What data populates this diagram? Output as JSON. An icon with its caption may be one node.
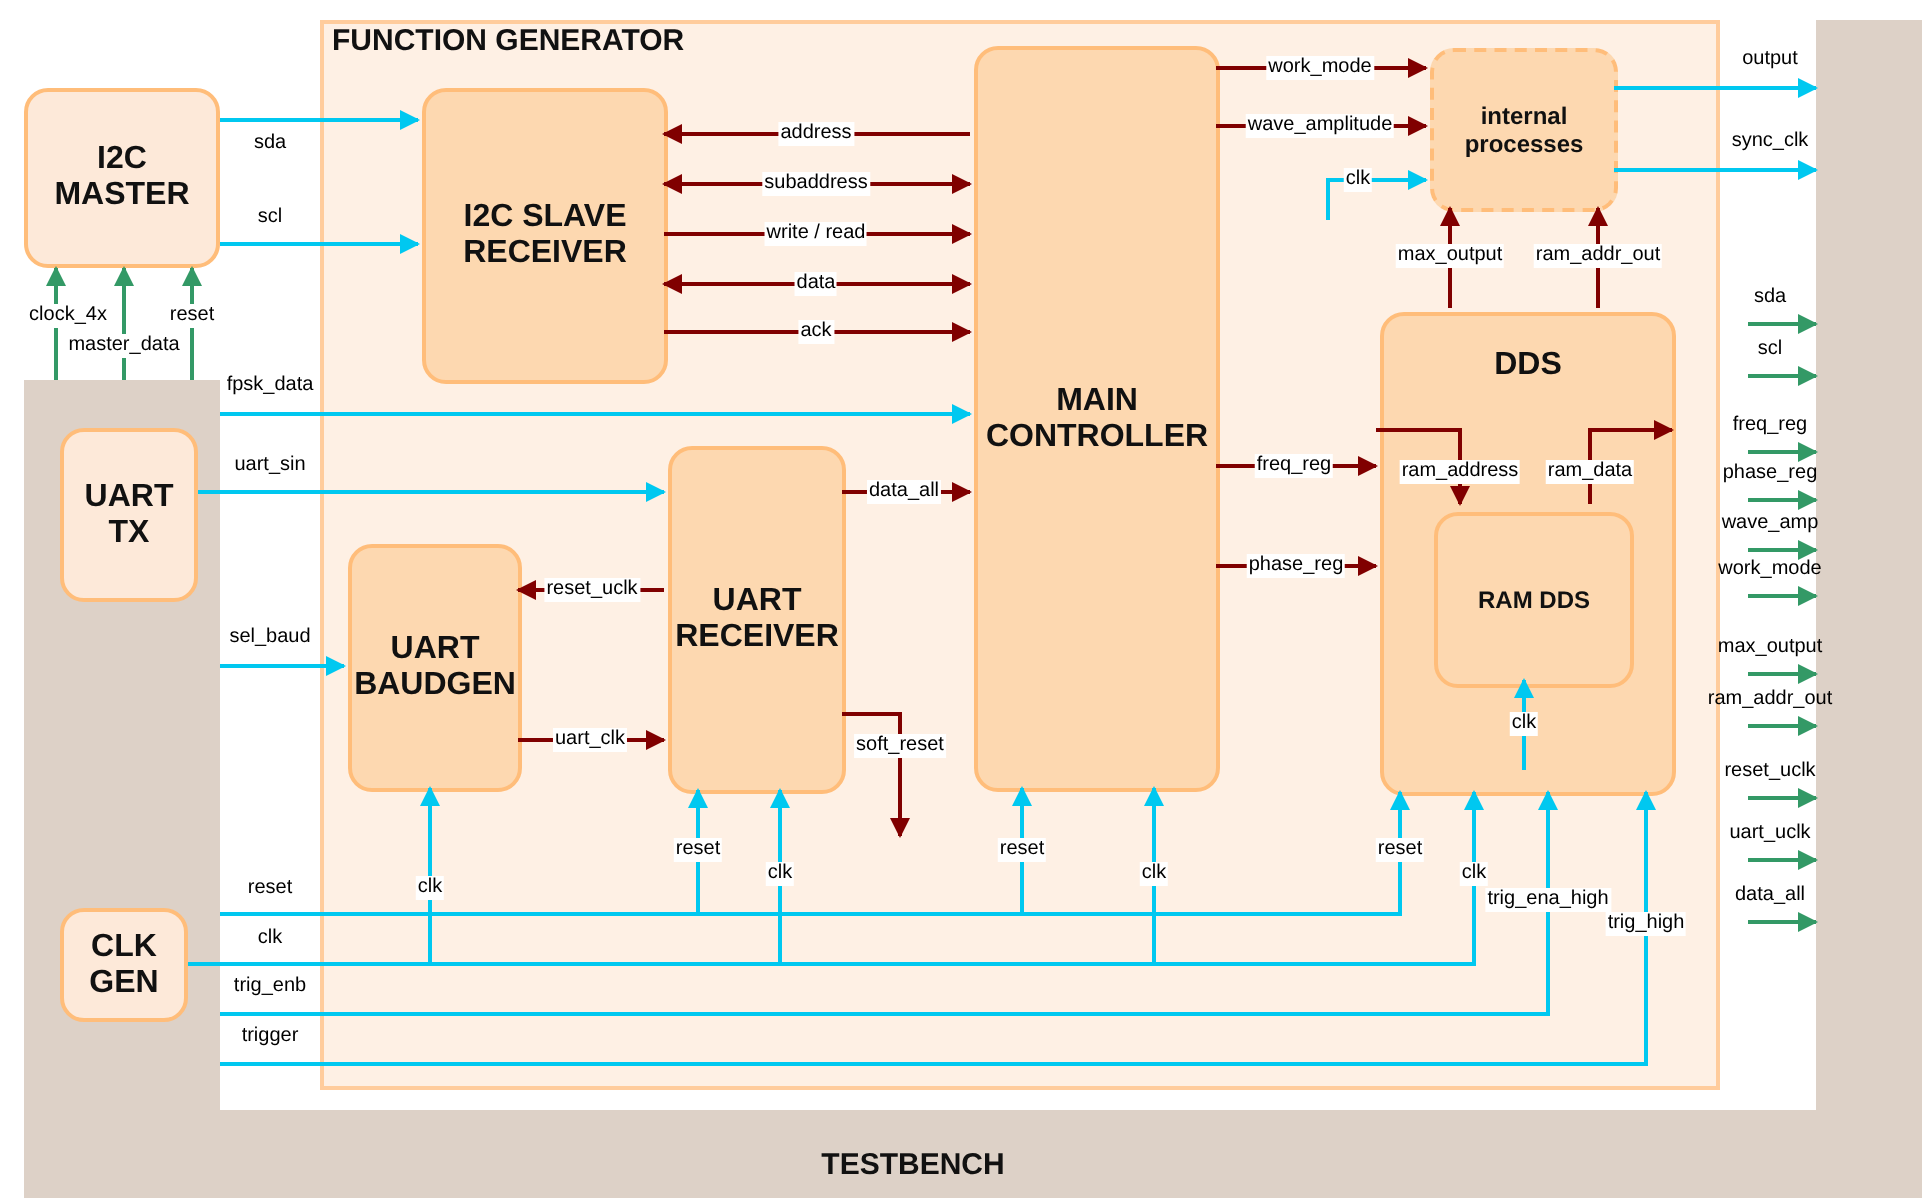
{
  "diagram": {
    "nodes": [
      {
        "text": [
          "TESTBENCH"
        ]
      },
      {
        "text": [
          "I2C MASTER"
        ]
      },
      {
        "text": [
          "UART TX"
        ],
        "in": 0
      },
      {
        "text": [
          "CLK GEN"
        ],
        "in": 0
      },
      {
        "text": [
          "FUNCTION GENERATOR"
        ]
      },
      {
        "text": [
          "I2C SLAVE RECEIVER"
        ],
        "in": 4
      },
      {
        "text": [
          "MAIN CONTROLLER"
        ],
        "in": 4
      },
      {
        "text": [
          "internal processes"
        ],
        "in": 4
      },
      {
        "text": [
          "UART RECEIVER"
        ],
        "in": 4
      },
      {
        "text": [
          "UART BAUDGEN"
        ],
        "in": 4
      },
      {
        "text": [
          "DDS"
        ],
        "in": 4
      },
      {
        "text": [
          "RAM DDS"
        ],
        "in": 10
      }
    ],
    "edges": [
      {
        "from": 0,
        "to": 1,
        "arrow": "to",
        "label": "clock_4x",
        "color": "#339966"
      },
      {
        "from": 0,
        "to": 1,
        "arrow": "to",
        "label": "master_data",
        "color": "#339966"
      },
      {
        "from": 0,
        "to": 1,
        "arrow": "to",
        "label": "reset",
        "color": "#339966"
      },
      {
        "from": 1,
        "to": 5,
        "arrow": "to",
        "label": "sda",
        "color": "#00c8f0"
      },
      {
        "from": 1,
        "to": 5,
        "arrow": "to",
        "label": "scl",
        "color": "#00c8f0"
      },
      {
        "from": 6,
        "to": 5,
        "arrow": "to",
        "label": "address",
        "color": "#800000"
      },
      {
        "from": 5,
        "to": 6,
        "arrow": "both",
        "label": "subaddress",
        "color": "#800000"
      },
      {
        "from": 5,
        "to": 6,
        "arrow": "to",
        "label": "write / read",
        "color": "#800000"
      },
      {
        "from": 5,
        "to": 6,
        "arrow": "both",
        "label": "data",
        "color": "#800000"
      },
      {
        "from": 5,
        "to": 6,
        "arrow": "to",
        "label": "ack",
        "color": "#800000"
      },
      {
        "from": 0,
        "to": 6,
        "arrow": "to",
        "label": "fpsk_data",
        "color": "#00c8f0"
      },
      {
        "from": 2,
        "to": 8,
        "arrow": "to",
        "label": "uart_sin",
        "color": "#00c8f0"
      },
      {
        "from": 8,
        "to": 6,
        "arrow": "to",
        "label": "data_all",
        "color": "#800000"
      },
      {
        "from": 8,
        "to": 9,
        "arrow": "to",
        "label": "reset_uclk",
        "color": "#800000"
      },
      {
        "from": 0,
        "to": 9,
        "arrow": "to",
        "label": "sel_baud",
        "color": "#00c8f0"
      },
      {
        "from": 9,
        "to": 8,
        "arrow": "to",
        "label": "uart_clk",
        "color": "#800000"
      },
      {
        "from": 8,
        "to": null,
        "arrow": "to",
        "label": "soft_reset",
        "color": "#800000"
      },
      {
        "from": 6,
        "to": 7,
        "arrow": "to",
        "label": "work_mode",
        "color": "#800000"
      },
      {
        "from": 6,
        "to": 7,
        "arrow": "to",
        "label": "wave_amplitude",
        "color": "#800000"
      },
      {
        "from": null,
        "to": 7,
        "arrow": "to",
        "label": "clk",
        "color": "#00c8f0"
      },
      {
        "from": 7,
        "to": 0,
        "arrow": "to",
        "label": "output",
        "color": "#00c8f0"
      },
      {
        "from": 7,
        "to": 0,
        "arrow": "to",
        "label": "sync_clk",
        "color": "#00c8f0"
      },
      {
        "from": 10,
        "to": 7,
        "arrow": "to",
        "label": "max_output",
        "color": "#800000"
      },
      {
        "from": 10,
        "to": 7,
        "arrow": "to",
        "label": "ram_addr_out",
        "color": "#800000"
      },
      {
        "from": 6,
        "to": 10,
        "arrow": "to",
        "label": "freq_reg",
        "color": "#800000"
      },
      {
        "from": 6,
        "to": 10,
        "arrow": "to",
        "label": "phase_reg",
        "color": "#800000"
      },
      {
        "from": 10,
        "to": 11,
        "arrow": "to",
        "label": "ram_address",
        "color": "#800000"
      },
      {
        "from": 11,
        "to": 10,
        "arrow": "to",
        "label": "ram_data",
        "color": "#800000"
      },
      {
        "from": null,
        "to": 11,
        "arrow": "to",
        "label": "clk",
        "color": "#00c8f0"
      },
      {
        "from": 3,
        "to": 9,
        "arrow": "to",
        "label": "clk",
        "color": "#00c8f0"
      },
      {
        "from": 0,
        "to": 8,
        "arrow": "to",
        "label": "reset",
        "color": "#00c8f0"
      },
      {
        "from": 3,
        "to": 8,
        "arrow": "to",
        "label": "clk",
        "color": "#00c8f0"
      },
      {
        "from": 0,
        "to": 6,
        "arrow": "to",
        "label": "reset",
        "color": "#00c8f0"
      },
      {
        "from": 3,
        "to": 6,
        "arrow": "to",
        "label": "clk",
        "color": "#00c8f0"
      },
      {
        "from": 0,
        "to": 10,
        "arrow": "to",
        "label": "reset",
        "color": "#00c8f0"
      },
      {
        "from": 3,
        "to": 10,
        "arrow": "to",
        "label": "clk",
        "color": "#00c8f0"
      },
      {
        "from": 0,
        "to": 10,
        "arrow": "to",
        "label": "trig_ena_high",
        "color": "#00c8f0"
      },
      {
        "from": 0,
        "to": 10,
        "arrow": "to",
        "label": "trig_high",
        "color": "#00c8f0"
      },
      {
        "from": null,
        "to": 0,
        "arrow": "to",
        "label": "sda",
        "color": "#339966"
      },
      {
        "from": null,
        "to": 0,
        "arrow": "to",
        "label": "scl",
        "color": "#339966"
      },
      {
        "from": null,
        "to": 0,
        "arrow": "to",
        "label": "freq_reg",
        "color": "#339966"
      },
      {
        "from": null,
        "to": 0,
        "arrow": "to",
        "label": "phase_reg",
        "color": "#339966"
      },
      {
        "from": null,
        "to": 0,
        "arrow": "to",
        "label": "wave_amp",
        "color": "#339966"
      },
      {
        "from": null,
        "to": 0,
        "arrow": "to",
        "label": "work_mode",
        "color": "#339966"
      },
      {
        "from": null,
        "to": 0,
        "arrow": "to",
        "label": "max_output",
        "color": "#339966"
      },
      {
        "from": null,
        "to": 0,
        "arrow": "to",
        "label": "ram_addr_out",
        "color": "#339966"
      },
      {
        "from": null,
        "to": 0,
        "arrow": "to",
        "label": "reset_uclk",
        "color": "#339966"
      },
      {
        "from": null,
        "to": 0,
        "arrow": "to",
        "label": "uart_uclk",
        "color": "#339966"
      },
      {
        "from": null,
        "to": 0,
        "arrow": "to",
        "label": "data_all",
        "color": "#339966"
      }
    ],
    "labels": [
      "reset",
      "clk",
      "trig_enb",
      "trigger"
    ]
  }
}
